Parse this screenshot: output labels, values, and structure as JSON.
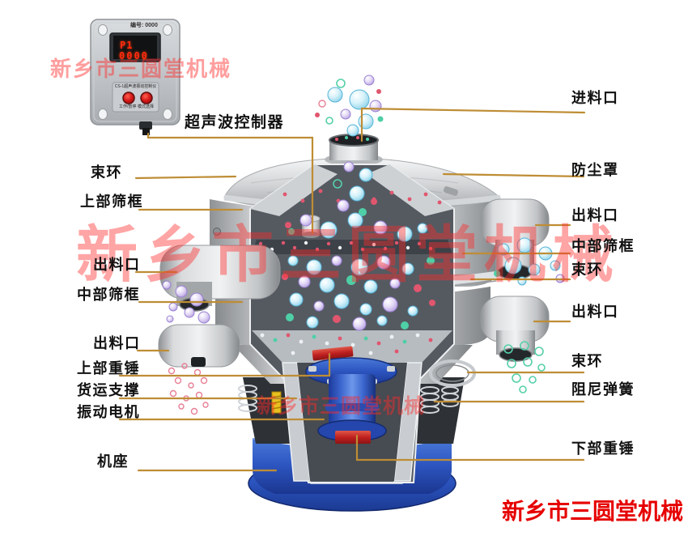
{
  "brand": {
    "footer_text": "新乡市三圆堂机械"
  },
  "watermarks": {
    "top_left": "新乡市三圆堂机械",
    "center": "新乡市三圆堂机械",
    "lower_center": "新乡市三圆堂机械"
  },
  "controller": {
    "serial": "编号: 0000",
    "display_top": "P1",
    "display_bottom": "0000",
    "panel_title": "CS-1超声波振动控制仪",
    "button_left": "工作/暂停",
    "button_right": "模式选择"
  },
  "callouts": {
    "top": "超声波控制器",
    "left": [
      "束环",
      "上部筛框",
      "出料口",
      "中部筛框",
      "出料口",
      "上部重锤",
      "货运支撑",
      "振动电机",
      "机座"
    ],
    "right": [
      "进料口",
      "防尘罩",
      "出料口",
      "中部筛框",
      "束环",
      "出料口",
      "束环",
      "阻尼弹簧",
      "下部重锤"
    ]
  },
  "colors": {
    "leader_line": "#BE8D35",
    "label_text": "#111111",
    "watermark_red": "#ff2a2a",
    "brand_red": "#e60000"
  }
}
